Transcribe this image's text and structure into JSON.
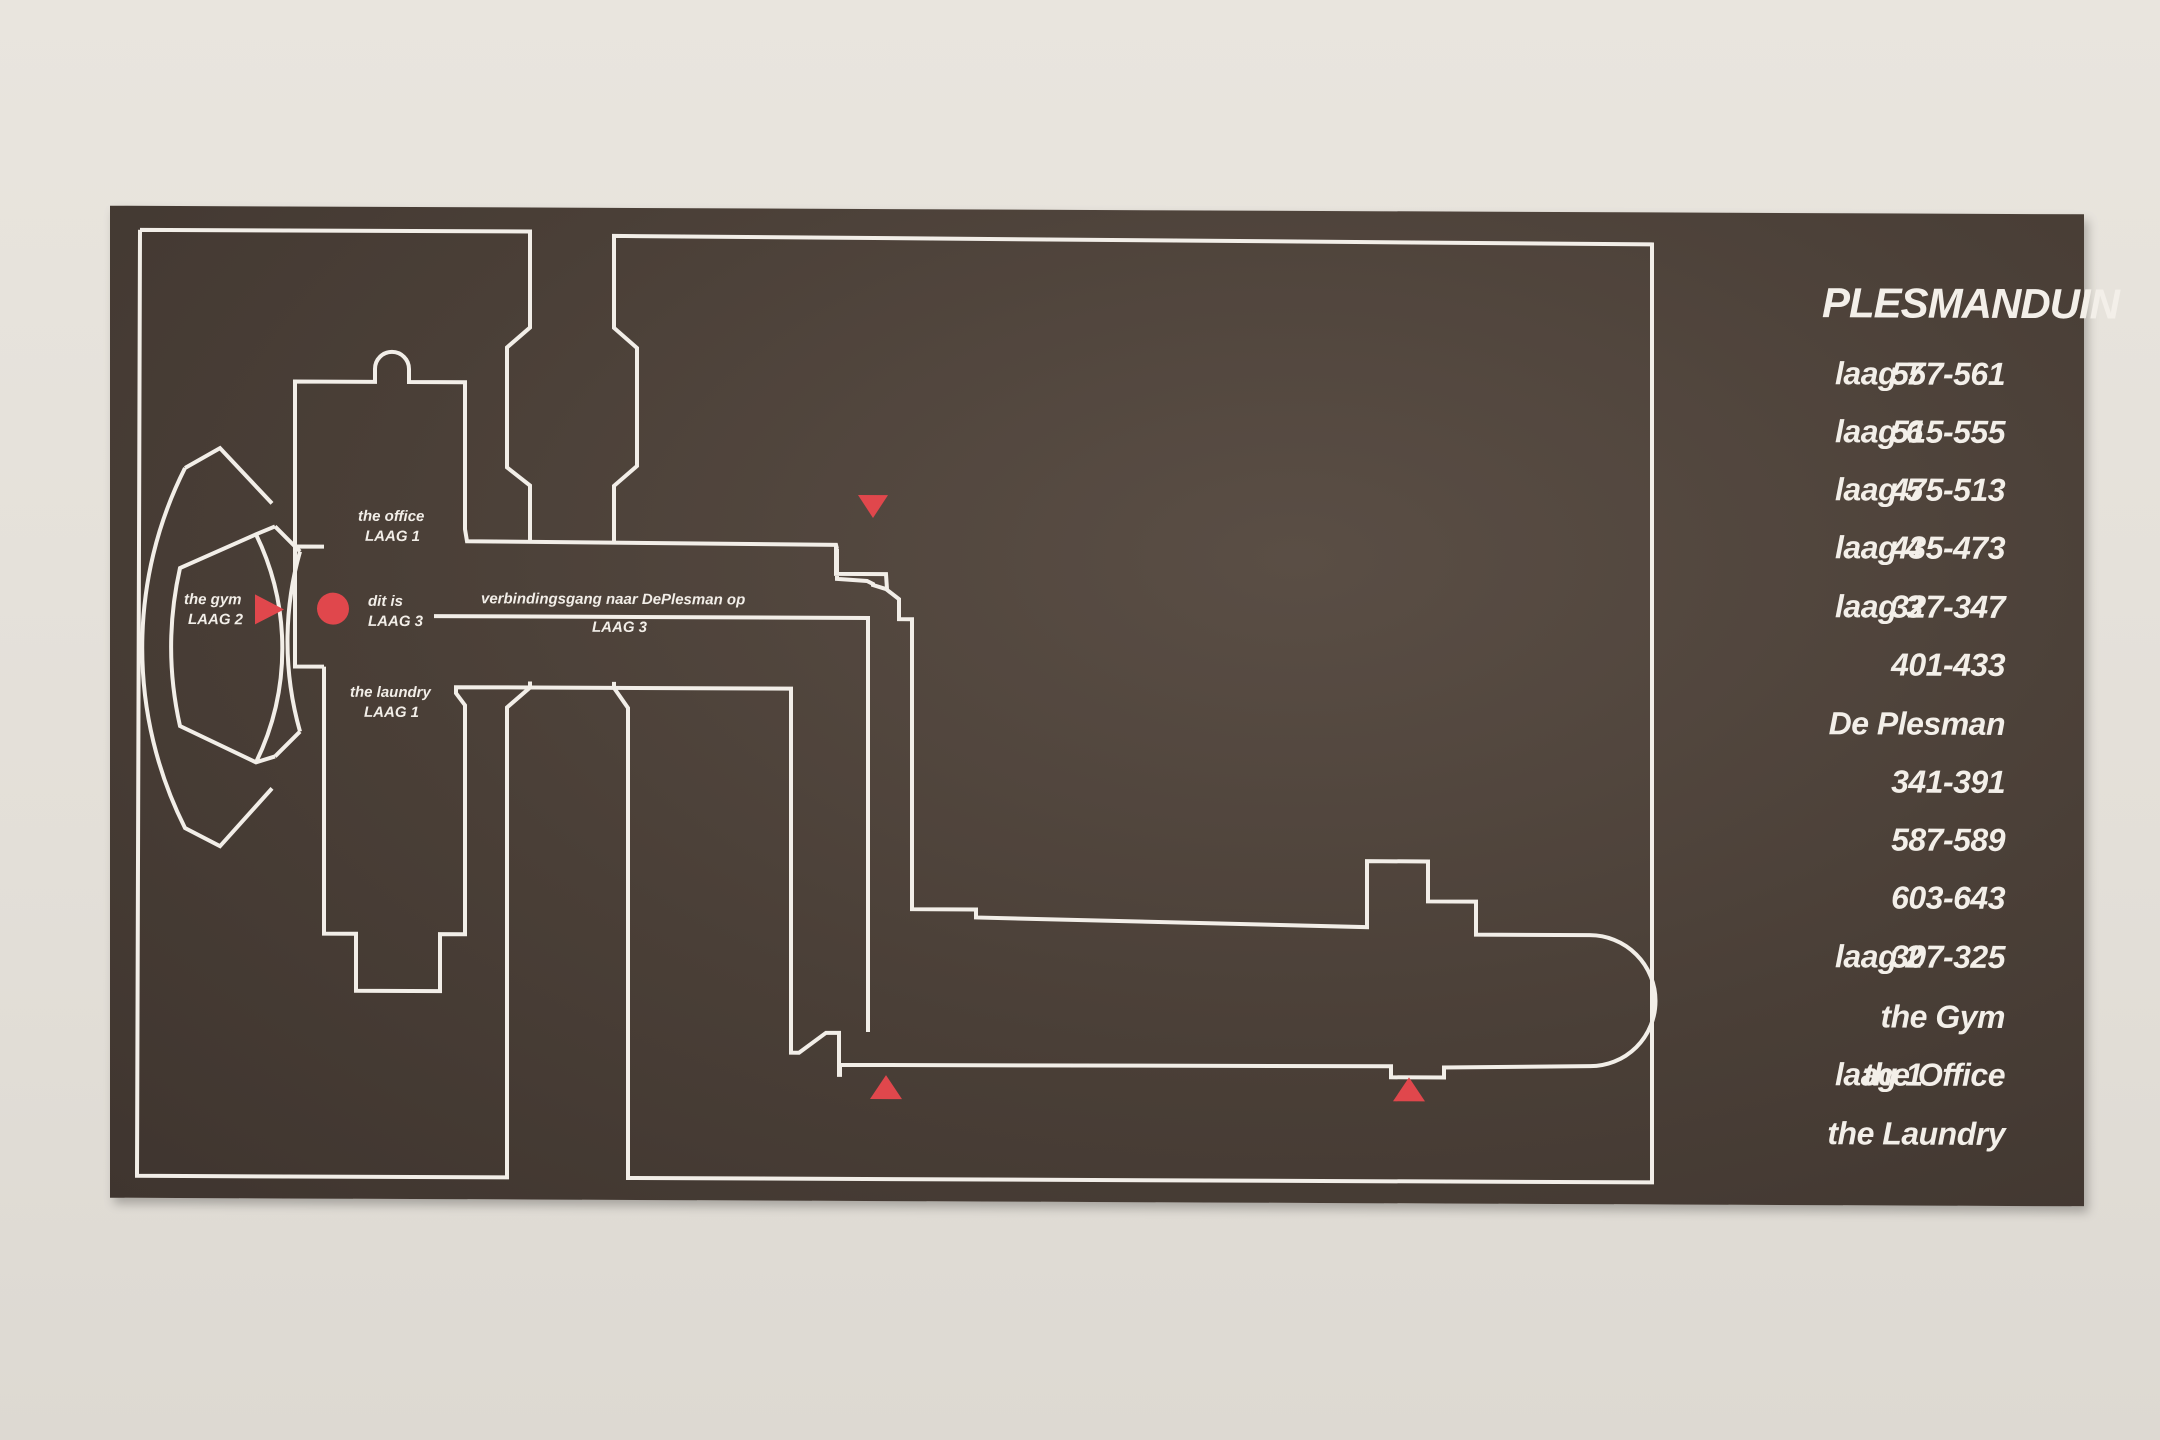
{
  "map": {
    "rooms": {
      "gym": {
        "name": "the gym",
        "level": "LAAG 2"
      },
      "office": {
        "name": "the office",
        "level": "LAAG 1"
      },
      "here": {
        "name": "dit is",
        "level": "LAAG 3"
      },
      "laundry": {
        "name": "the laundry",
        "level": "LAAG 1"
      },
      "corridor": {
        "name": "verbindingsgang naar DePlesman op",
        "level": "LAAG 3"
      }
    },
    "marker_color": "#e0474c",
    "line_color": "#f2eee8",
    "board_color": "#4a3f37"
  },
  "legend": {
    "title": "PLESMANDUIN",
    "rows": [
      {
        "level": "laag 7",
        "rooms": "557-561"
      },
      {
        "level": "laag 6",
        "rooms": "515-555"
      },
      {
        "level": "laag 5",
        "rooms": "475-513"
      },
      {
        "level": "laag 4",
        "rooms": "435-473"
      },
      {
        "level": "laag 3",
        "rooms": "327-347"
      },
      {
        "level": "",
        "rooms": "401-433"
      },
      {
        "level": "",
        "rooms": "De Plesman"
      },
      {
        "level": "",
        "rooms": "341-391"
      },
      {
        "level": "",
        "rooms": "587-589"
      },
      {
        "level": "",
        "rooms": "603-643"
      },
      {
        "level": "laag 2",
        "rooms": "307-325"
      },
      {
        "level": "",
        "rooms": "the Gym"
      },
      {
        "level": "laag 1",
        "rooms": "the Office"
      },
      {
        "level": "",
        "rooms": "the Laundry"
      }
    ]
  }
}
